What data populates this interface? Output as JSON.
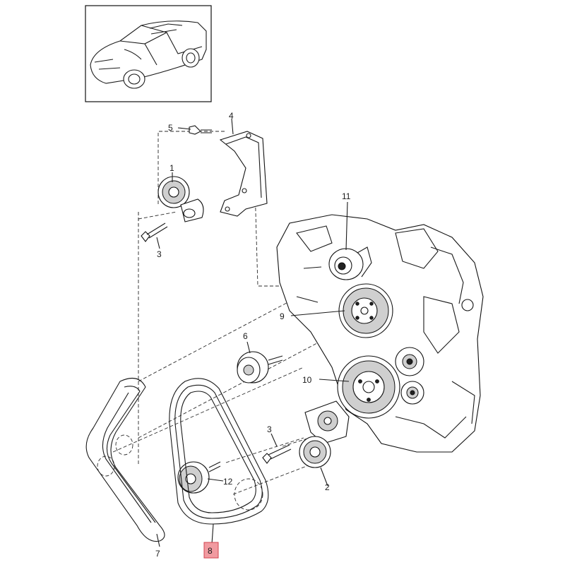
{
  "diagram": {
    "callouts": {
      "c1": "1",
      "c2": "2",
      "c3a": "3",
      "c3b": "3",
      "c4": "4",
      "c5": "5",
      "c6": "6",
      "c7": "7",
      "c8": "8",
      "c9": "9",
      "c10": "10",
      "c11": "11",
      "c12": "12"
    },
    "highlight_color": "#f19aa0",
    "line_color": "#1a1a1a"
  }
}
